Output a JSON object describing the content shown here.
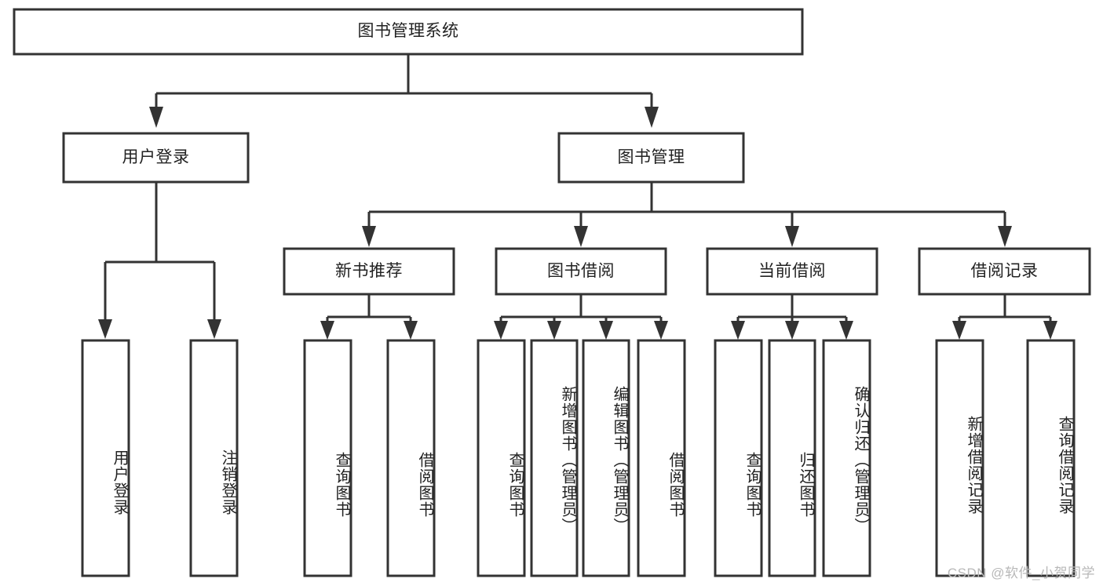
{
  "diagram": {
    "type": "tree-hierarchy",
    "title": "图书管理系统",
    "watermark": "CSDN @软件_小贺同学",
    "theme": {
      "background": "#ffffff",
      "box_fill": "#ffffff",
      "box_stroke": "#333333",
      "text_color": "#222222",
      "watermark_color": "#b8b8b8"
    },
    "levels": {
      "root": "图书管理系统",
      "level2": [
        "用户登录",
        "图书管理"
      ],
      "level3": [
        "新书推荐",
        "图书借阅",
        "当前借阅",
        "借阅记录"
      ]
    },
    "nodes": {
      "root": {
        "id": "root",
        "label": "图书管理系统",
        "orientation": "horizontal"
      },
      "n_user_login": {
        "id": "n_user_login",
        "label": "用户登录",
        "orientation": "horizontal"
      },
      "n_book_mgmt": {
        "id": "n_book_mgmt",
        "label": "图书管理",
        "orientation": "horizontal"
      },
      "n_new_book_rec": {
        "id": "n_new_book_rec",
        "label": "新书推荐",
        "orientation": "horizontal"
      },
      "n_book_borrow": {
        "id": "n_book_borrow",
        "label": "图书借阅",
        "orientation": "horizontal"
      },
      "n_current_borrow": {
        "id": "n_current_borrow",
        "label": "当前借阅",
        "orientation": "horizontal"
      },
      "n_borrow_record": {
        "id": "n_borrow_record",
        "label": "借阅记录",
        "orientation": "horizontal"
      },
      "l_user_login": {
        "id": "l_user_login",
        "label": "用户登录",
        "orientation": "vertical",
        "parent": "用户登录"
      },
      "l_logout": {
        "id": "l_logout",
        "label": "注销登录",
        "orientation": "vertical",
        "parent": "用户登录"
      },
      "l_query_book_1": {
        "id": "l_query_book_1",
        "label": "查询图书",
        "orientation": "vertical",
        "parent": "新书推荐"
      },
      "l_borrow_book_1": {
        "id": "l_borrow_book_1",
        "label": "借阅图书",
        "orientation": "vertical",
        "parent": "新书推荐"
      },
      "l_query_book_2": {
        "id": "l_query_book_2",
        "label": "查询图书",
        "orientation": "vertical",
        "parent": "图书借阅"
      },
      "l_add_book": {
        "id": "l_add_book",
        "label": "新增图书（管理员）",
        "orientation": "vertical",
        "parent": "图书借阅"
      },
      "l_edit_book": {
        "id": "l_edit_book",
        "label": "编辑图书（管理员）",
        "orientation": "vertical",
        "parent": "图书借阅"
      },
      "l_borrow_book_2": {
        "id": "l_borrow_book_2",
        "label": "借阅图书",
        "orientation": "vertical",
        "parent": "图书借阅"
      },
      "l_query_book_3": {
        "id": "l_query_book_3",
        "label": "查询图书",
        "orientation": "vertical",
        "parent": "当前借阅"
      },
      "l_return_book": {
        "id": "l_return_book",
        "label": "归还图书",
        "orientation": "vertical",
        "parent": "当前借阅"
      },
      "l_confirm_return": {
        "id": "l_confirm_return",
        "label": "确认归还（管理员）",
        "orientation": "vertical",
        "parent": "当前借阅"
      },
      "l_add_record": {
        "id": "l_add_record",
        "label": "新增借阅记录",
        "orientation": "vertical",
        "parent": "借阅记录"
      },
      "l_query_record": {
        "id": "l_query_record",
        "label": "查询借阅记录",
        "orientation": "vertical",
        "parent": "借阅记录"
      }
    },
    "edges": [
      {
        "from": "图书管理系统",
        "to": "用户登录"
      },
      {
        "from": "图书管理系统",
        "to": "图书管理"
      },
      {
        "from": "用户登录",
        "to": "用户登录(叶)"
      },
      {
        "from": "用户登录",
        "to": "注销登录"
      },
      {
        "from": "图书管理",
        "to": "新书推荐"
      },
      {
        "from": "图书管理",
        "to": "图书借阅"
      },
      {
        "from": "图书管理",
        "to": "当前借阅"
      },
      {
        "from": "图书管理",
        "to": "借阅记录"
      },
      {
        "from": "新书推荐",
        "to": "查询图书"
      },
      {
        "from": "新书推荐",
        "to": "借阅图书"
      },
      {
        "from": "图书借阅",
        "to": "查询图书"
      },
      {
        "from": "图书借阅",
        "to": "新增图书（管理员）"
      },
      {
        "from": "图书借阅",
        "to": "编辑图书（管理员）"
      },
      {
        "from": "图书借阅",
        "to": "借阅图书"
      },
      {
        "from": "当前借阅",
        "to": "查询图书"
      },
      {
        "from": "当前借阅",
        "to": "归还图书"
      },
      {
        "from": "当前借阅",
        "to": "确认归还（管理员）"
      },
      {
        "from": "借阅记录",
        "to": "新增借阅记录"
      },
      {
        "from": "借阅记录",
        "to": "查询借阅记录"
      }
    ]
  }
}
